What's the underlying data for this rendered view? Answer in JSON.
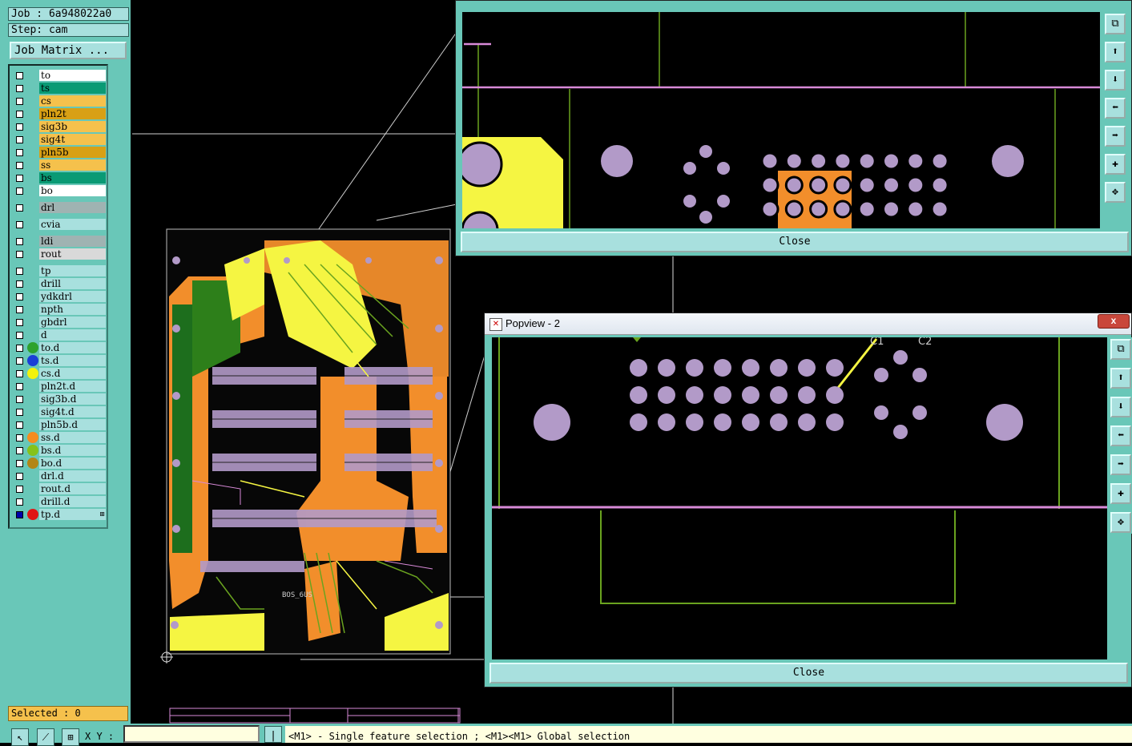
{
  "job_label": "Job : 6a948022a0",
  "step_label": "Step: cam",
  "job_matrix_button": "Job Matrix ...",
  "layers": [
    {
      "name": "to",
      "color": "#ffffff",
      "dot": null,
      "checked": false
    },
    {
      "name": "ts",
      "color": "#0a9a74",
      "dot": null,
      "checked": false
    },
    {
      "name": "cs",
      "color": "#f5c14c",
      "dot": null,
      "checked": false
    },
    {
      "name": "pln2t",
      "color": "#d8a015",
      "dot": null,
      "checked": false
    },
    {
      "name": "sig3b",
      "color": "#f5c14c",
      "dot": null,
      "checked": false
    },
    {
      "name": "sig4t",
      "color": "#f5c14c",
      "dot": null,
      "checked": false
    },
    {
      "name": "pln5b",
      "color": "#d8a015",
      "dot": null,
      "checked": false
    },
    {
      "name": "ss",
      "color": "#f5c14c",
      "dot": null,
      "checked": false
    },
    {
      "name": "bs",
      "color": "#0a9a74",
      "dot": null,
      "checked": false
    },
    {
      "name": "bo",
      "color": "#ffffff",
      "dot": null,
      "checked": false
    },
    {
      "name": "drl",
      "color": "#9fb3b2",
      "dot": null,
      "checked": false,
      "gap": true
    },
    {
      "name": "cvia",
      "color": "#a8e0de",
      "dot": null,
      "checked": false,
      "gap": true
    },
    {
      "name": "ldi",
      "color": "#9fb3b2",
      "dot": null,
      "checked": false,
      "gap": true
    },
    {
      "name": "rout",
      "color": "#d9d9d9",
      "dot": null,
      "checked": false
    },
    {
      "name": "tp",
      "color": "#a8e0de",
      "dot": null,
      "checked": false,
      "gap": true
    },
    {
      "name": "drill",
      "color": "#a8e0de",
      "dot": null,
      "checked": false
    },
    {
      "name": "ydkdrl",
      "color": "#a8e0de",
      "dot": null,
      "checked": false
    },
    {
      "name": "npth",
      "color": "#a8e0de",
      "dot": null,
      "checked": false
    },
    {
      "name": "gbdrl",
      "color": "#a8e0de",
      "dot": null,
      "checked": false
    },
    {
      "name": "d",
      "color": "#a8e0de",
      "dot": null,
      "checked": false
    },
    {
      "name": "to.d",
      "color": "#a8e0de",
      "dot": "#2da22d",
      "checked": false
    },
    {
      "name": "ts.d",
      "color": "#a8e0de",
      "dot": "#1a3fd6",
      "checked": false
    },
    {
      "name": "cs.d",
      "color": "#a8e0de",
      "dot": "#f2f20c",
      "checked": false
    },
    {
      "name": "pln2t.d",
      "color": "#a8e0de",
      "dot": null,
      "checked": false
    },
    {
      "name": "sig3b.d",
      "color": "#a8e0de",
      "dot": null,
      "checked": false
    },
    {
      "name": "sig4t.d",
      "color": "#a8e0de",
      "dot": null,
      "checked": false
    },
    {
      "name": "pln5b.d",
      "color": "#a8e0de",
      "dot": null,
      "checked": false
    },
    {
      "name": "ss.d",
      "color": "#a8e0de",
      "dot": "#f58c1e",
      "checked": false
    },
    {
      "name": "bs.d",
      "color": "#a8e0de",
      "dot": "#86c21a",
      "checked": false
    },
    {
      "name": "bo.d",
      "color": "#a8e0de",
      "dot": "#b38616",
      "checked": false
    },
    {
      "name": "drl.d",
      "color": "#a8e0de",
      "dot": null,
      "checked": false
    },
    {
      "name": "rout.d",
      "color": "#a8e0de",
      "dot": null,
      "checked": false
    },
    {
      "name": "drill.d",
      "color": "#a8e0de",
      "dot": null,
      "checked": false
    },
    {
      "name": "tp.d",
      "color": "#a8e0de",
      "dot": "#e01515",
      "checked": true
    }
  ],
  "selected_label": "Selected : 0",
  "xy_label": "X Y :",
  "status_message": "<M1> - Single feature selection ; <M1><M1> Global selection",
  "popview1": {
    "title": "Popview - 2",
    "close_label": "Close"
  },
  "popview2": {
    "title": "Popview - 2",
    "close_label": "Close",
    "close_x": "x"
  },
  "board_text": {
    "label_a": "BOS_6US",
    "label_b": "C1",
    "label_c": "C2"
  },
  "colors": {
    "panel": "#69c7b8",
    "field": "#a8e0de",
    "pad": "#b29ac8",
    "trace": "#6aa31f",
    "outline": "#d88ad8",
    "copper": "#f28e2b",
    "yellow": "#f5f542"
  }
}
